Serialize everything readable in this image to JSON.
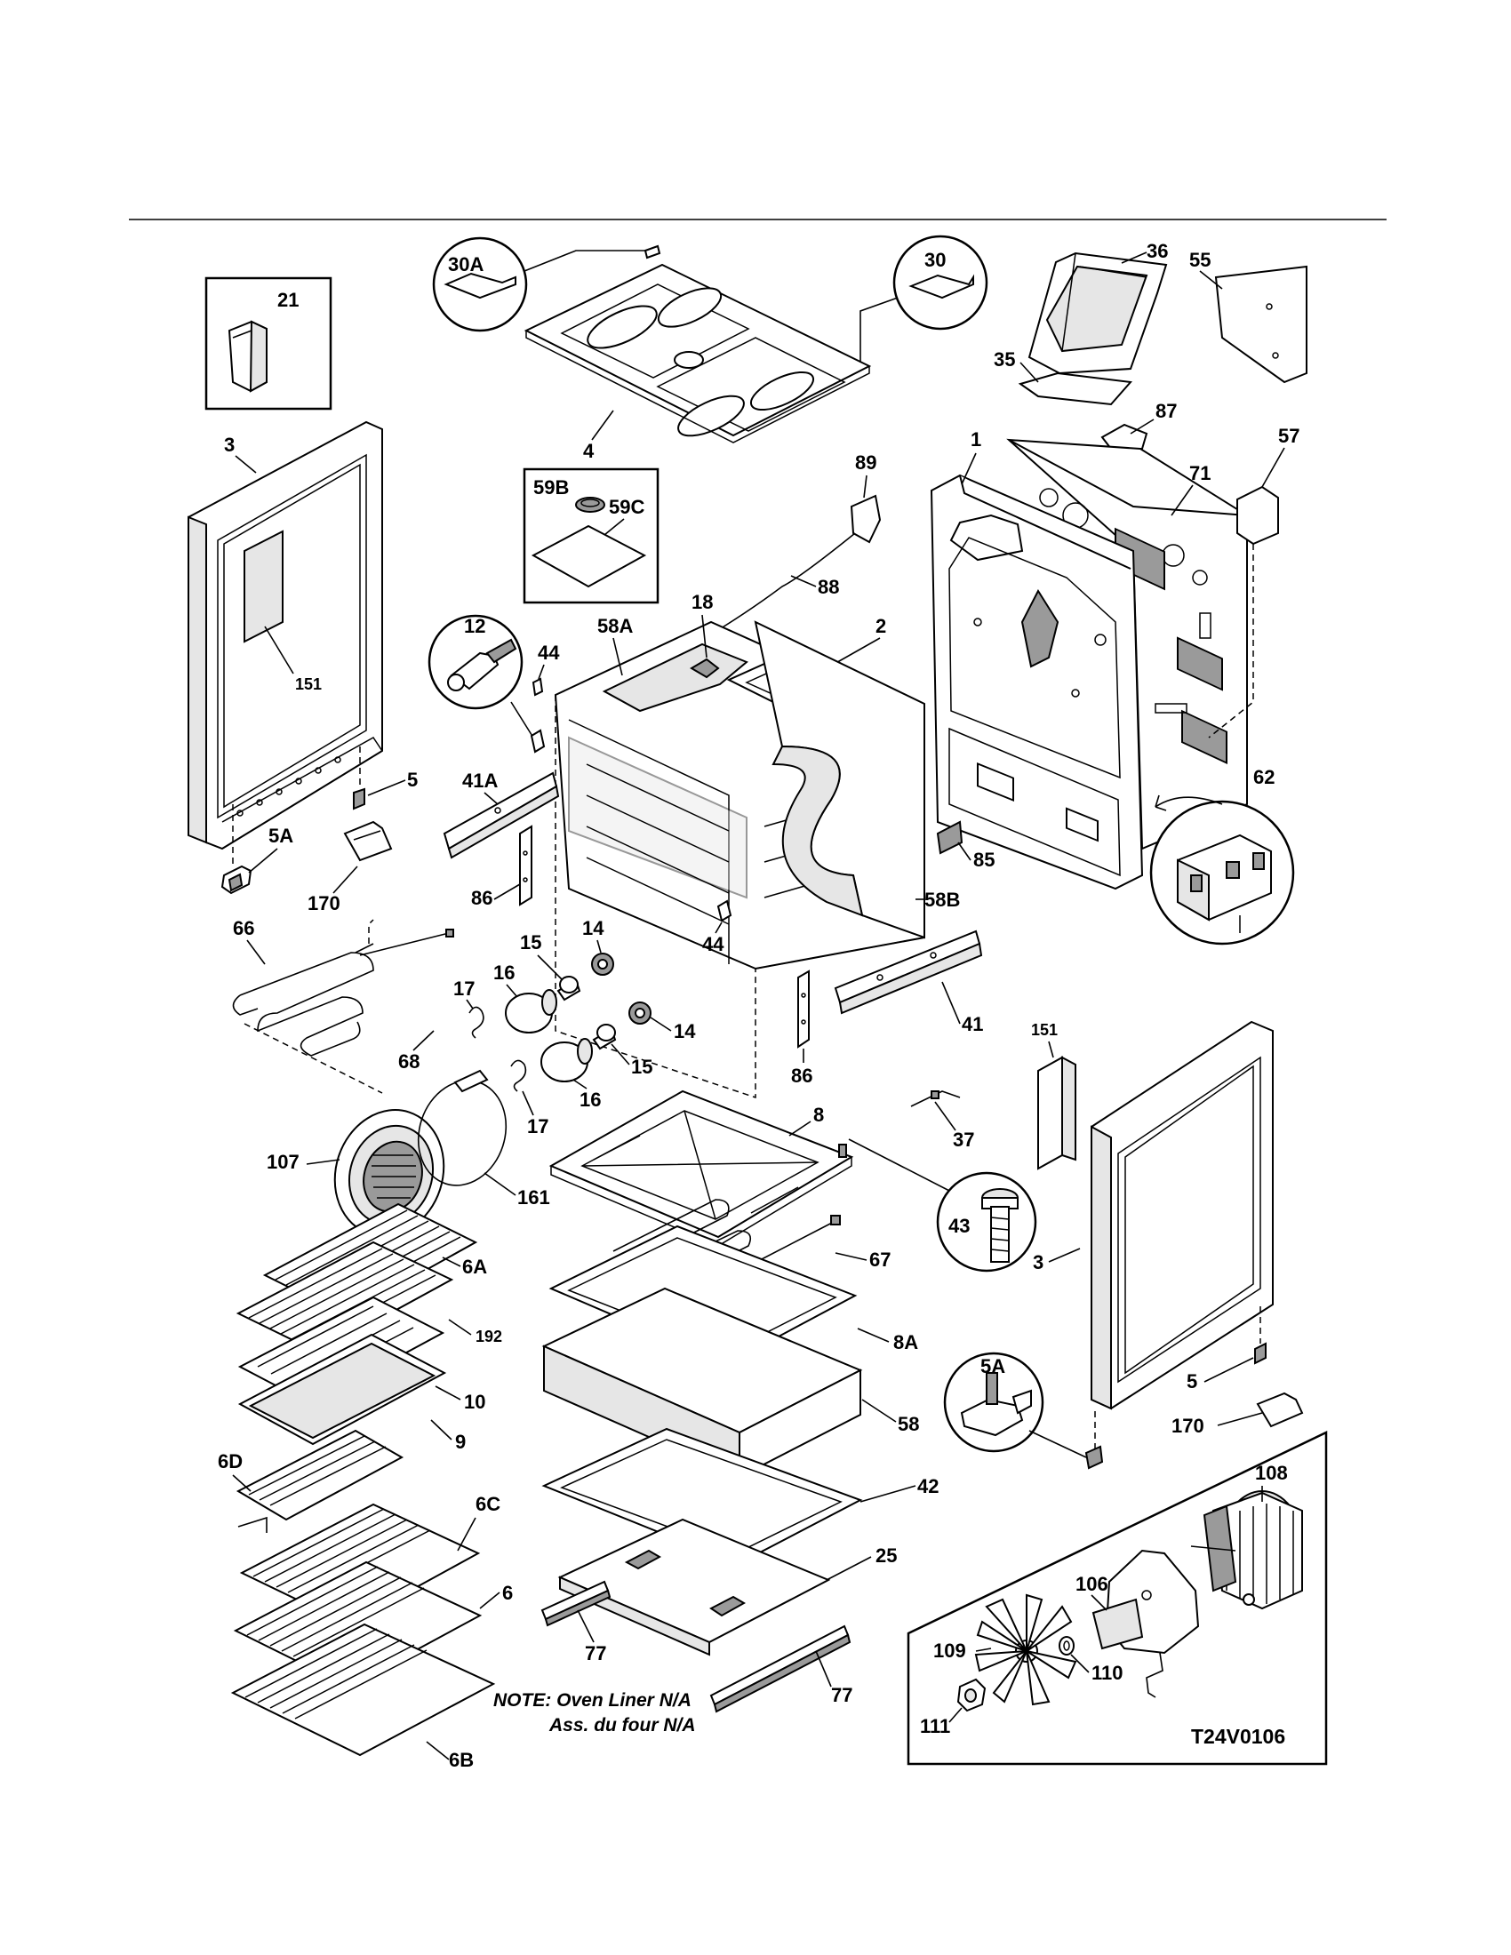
{
  "diagram": {
    "drawing_code": "T24V0106",
    "note_line1": "NOTE: Oven Liner N/A",
    "note_line2": "Ass. du four N/A",
    "labels": {
      "p21": "21",
      "p30A": "30A",
      "p30": "30",
      "p36": "36",
      "p55": "55",
      "p35": "35",
      "p87": "87",
      "p3a": "3",
      "p4": "4",
      "p59B": "59B",
      "p59C": "59C",
      "p89": "89",
      "p1": "1",
      "p71": "71",
      "p57": "57",
      "p88": "88",
      "p151a": "151",
      "p12": "12",
      "p44a": "44",
      "p58A": "58A",
      "p18": "18",
      "p2": "2",
      "p5a": "5",
      "p41A": "41A",
      "p5Aa": "5A",
      "p170a": "170",
      "p86a": "86",
      "p62": "62",
      "p85": "85",
      "p58B": "58B",
      "p44b": "44",
      "p66": "66",
      "p15a": "15",
      "p14a": "14",
      "p16a": "16",
      "p17a": "17",
      "p14b": "14",
      "p68": "68",
      "p15b": "15",
      "p86b": "86",
      "p41": "41",
      "p151b": "151",
      "p16b": "16",
      "p17b": "17",
      "p8": "8",
      "p37": "37",
      "p107": "107",
      "p161": "161",
      "p43": "43",
      "p3b": "3",
      "p6A": "6A",
      "p67": "67",
      "p192": "192",
      "p8A": "8A",
      "p10": "10",
      "p5Ab": "5A",
      "p5b": "5",
      "p9": "9",
      "p58": "58",
      "p170b": "170",
      "p6D": "6D",
      "p108": "108",
      "p42": "42",
      "p6C": "6C",
      "p25": "25",
      "p106": "106",
      "p6": "6",
      "p109": "109",
      "p110": "110",
      "p77a": "77",
      "p77b": "77",
      "p111": "111",
      "p6B": "6B"
    }
  }
}
